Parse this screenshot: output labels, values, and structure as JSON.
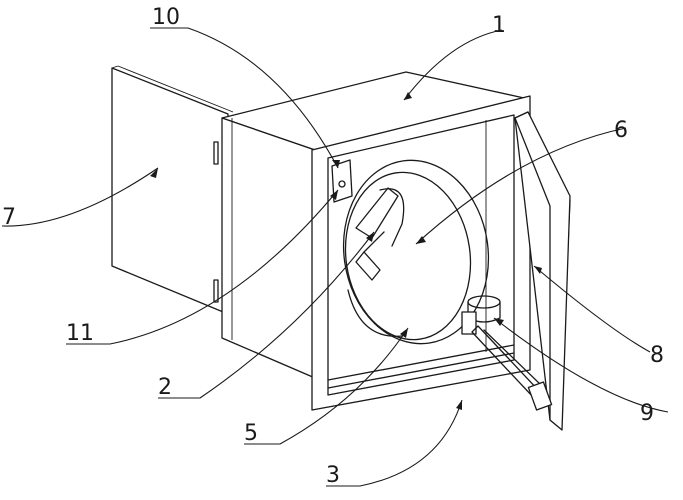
{
  "labels": {
    "l1": "1",
    "l2": "2",
    "l3": "3",
    "l5": "5",
    "l6": "6",
    "l7": "7",
    "l8": "8",
    "l9": "9",
    "l10": "10",
    "l11": "11"
  },
  "colors": {
    "line": "#1a1a1a",
    "background": "#ffffff"
  }
}
